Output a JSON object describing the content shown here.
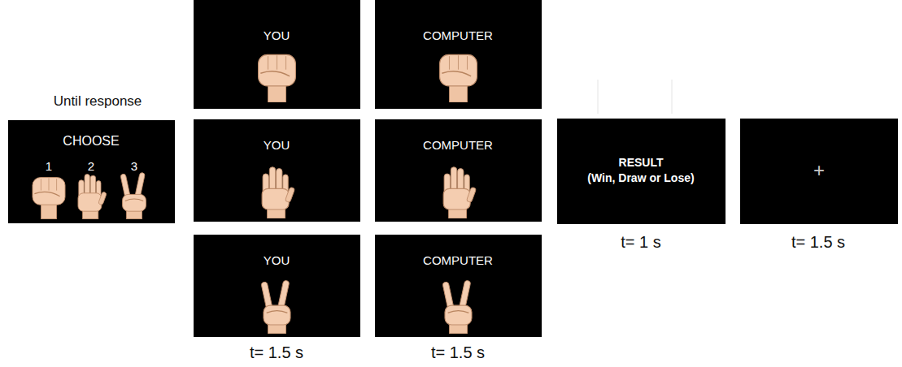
{
  "diagram": {
    "nodes": [
      {
        "text": [
          "CHOOSE",
          "1",
          "2",
          "3"
        ]
      },
      {
        "text": [
          "YOU"
        ]
      },
      {
        "text": [
          "YOU"
        ]
      },
      {
        "text": [
          "YOU"
        ]
      },
      {
        "text": [
          "COMPUTER"
        ]
      },
      {
        "text": [
          "COMPUTER"
        ]
      },
      {
        "text": [
          "COMPUTER"
        ]
      },
      {
        "text": [
          "RESULT",
          "(Win, Draw or Lose)"
        ]
      },
      {
        "text": [
          "+"
        ]
      }
    ],
    "labels": [
      "Until response",
      "t= 1.5 s",
      "t= 1.5 s",
      "t= 1 s",
      "t= 1.5 s"
    ]
  }
}
